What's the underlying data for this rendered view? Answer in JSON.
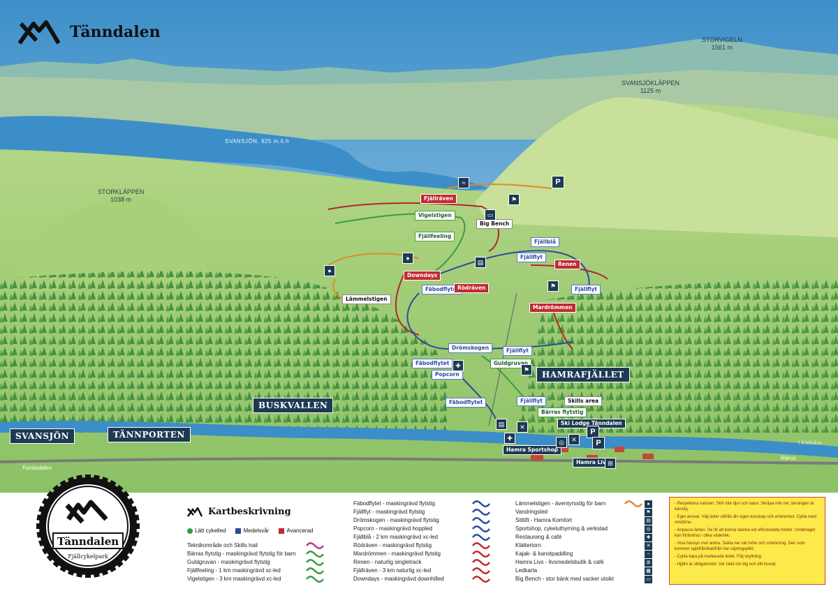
{
  "brand": {
    "title": "Tänndalen"
  },
  "peaks": [
    {
      "id": "storvigeln",
      "name": "STORVIGELN",
      "elev": "1561 m"
    },
    {
      "id": "svansjoklappen",
      "name": "SVANSJÖKLÄPPEN",
      "elev": "1125 m"
    },
    {
      "id": "storklappen",
      "name": "STORKLÄPPEN",
      "elev": "1038 m"
    }
  ],
  "lake": "SVANSJÖN, 925 m.ö.h",
  "areas": [
    "HAMRAFJÄLLET",
    "BUSKVALLEN",
    "SVANSJÖN",
    "TÄNNPORTEN"
  ],
  "roads": {
    "left": "Funäsdalen",
    "right": "Røros"
  },
  "river": "TÄNNÄN",
  "trail_labels": [
    {
      "text": "Fjällräven",
      "color": "red"
    },
    {
      "text": "Vigelstigen",
      "color": "green"
    },
    {
      "text": "Big Bench",
      "color": "dark"
    },
    {
      "text": "Fjällfeeling",
      "color": "green"
    },
    {
      "text": "Fjällblå",
      "color": "blue"
    },
    {
      "text": "Fjällflyt",
      "color": "blue"
    },
    {
      "text": "Renen",
      "color": "red"
    },
    {
      "text": "Downdays",
      "color": "red"
    },
    {
      "text": "Fäbodflytet",
      "color": "blue"
    },
    {
      "text": "Rödräven",
      "color": "red"
    },
    {
      "text": "Fjällflyt",
      "color": "blue"
    },
    {
      "text": "Lämmelstigen",
      "color": "dark"
    },
    {
      "text": "Mardrömmen",
      "color": "red"
    },
    {
      "text": "Drömskogen",
      "color": "blue"
    },
    {
      "text": "Fjällflyt",
      "color": "blue"
    },
    {
      "text": "Fäbodflytet",
      "color": "blue"
    },
    {
      "text": "Guldgruvan",
      "color": "green"
    },
    {
      "text": "Popcorn",
      "color": "blue"
    },
    {
      "text": "Fäbodflytet",
      "color": "blue"
    },
    {
      "text": "Fjällflyt",
      "color": "blue"
    },
    {
      "text": "Skills area",
      "color": "dark"
    },
    {
      "text": "Bärras flytstig",
      "color": "green"
    },
    {
      "text": "Ski Lodge Tänndalen",
      "color": "navy"
    },
    {
      "text": "Hamra Sportshop",
      "color": "navy"
    },
    {
      "text": "Hamra Livs",
      "color": "navy"
    }
  ],
  "icons": {
    "parking": "P",
    "lift": "lift-icon",
    "hiker": "hiker-icon",
    "bear": "paw-icon",
    "swim": "swim-icon",
    "shop": "cart-icon",
    "tools": "tools-icon"
  },
  "badge": {
    "title": "Tänndalen",
    "subtitle": "Fjällcykelpark"
  },
  "legend": {
    "title": "Kartbeskrivning",
    "difficulty": [
      {
        "label": "Lätt cykelled",
        "color": "#3b9a44",
        "shape": "circle"
      },
      {
        "label": "Medelsvår",
        "color": "#2b4c9a",
        "shape": "square"
      },
      {
        "label": "Avancerad",
        "color": "#c02a32",
        "shape": "square"
      }
    ],
    "col1": [
      {
        "label": "Teknikområde och Skills trail",
        "color": "#c2338f"
      },
      {
        "label": "Bärras flytstig - maskingrävd flytstig för barn",
        "color": "#3b9a44"
      },
      {
        "label": "Guldgruvan - maskingrävd flytstig",
        "color": "#3b9a44"
      },
      {
        "label": "Fjällfeeling - 1 km maskingrävd xc-led",
        "color": "#3b9a44"
      },
      {
        "label": "Vigelstigen - 3 km maskingrävd xc-led",
        "color": "#3b9a44"
      }
    ],
    "col2": [
      {
        "label": "Fäbodflytet - maskingrävd flytstig",
        "color": "#2b4c9a"
      },
      {
        "label": "Fjällflyt - maskingrävd flytstig",
        "color": "#2b4c9a"
      },
      {
        "label": "Drömskogen - maskingrävd flytstig",
        "color": "#2b4c9a"
      },
      {
        "label": "Popcorn - maskingrävd hoppled",
        "color": "#2b4c9a"
      },
      {
        "label": "Fjällblå - 2 km maskingrävd xc-led",
        "color": "#2b4c9a"
      },
      {
        "label": "Rödräven - maskingrävd flytstig",
        "color": "#c02a32"
      },
      {
        "label": "Mardrömmen - maskingrävd flytstig",
        "color": "#c02a32"
      },
      {
        "label": "Renen - naturlig singletrack",
        "color": "#c02a32"
      },
      {
        "label": "Fjällräven - 3 km naturlig xc-led",
        "color": "#c02a32"
      },
      {
        "label": "Downdays - maskingrävd downhilled",
        "color": "#c02a32"
      }
    ],
    "col3": [
      {
        "label": "Lämmelstigen - äventyrsstig för barn",
        "color": "#e0892a",
        "icon": "paw-icon"
      },
      {
        "label": "Vandringsled",
        "icon": "hiker-icon"
      },
      {
        "label": "Sittlift - Hamra Komfort",
        "icon": "lift-icon"
      },
      {
        "label": "Sportshop, cykeluthyrning & verkstad",
        "icon": "bike-icon"
      },
      {
        "label": "Restaurang & café",
        "icon": "cutlery-icon"
      },
      {
        "label": "Klättertorn",
        "icon": "climbing-icon"
      },
      {
        "label": "Kajak- & kanotpaddling",
        "icon": "kayak-icon"
      },
      {
        "label": "Hamra Livs - livsmedelsbutik & café",
        "icon": "cart-icon"
      },
      {
        "label": "Ledkarta",
        "icon": "map-icon"
      },
      {
        "label": "Big Bench - stor bänk med vacker utsikt",
        "icon": "bench-icon"
      }
    ],
    "rules": [
      "- Respektera naturen. Stör inte djur och natur. Skräpa inte ner, terrängen är känslig.",
      "- Eget ansvar. Välj leder utifrån din egen kunskap och erfarenhet. Cykla med omdöme.",
      "- Anpassa farten. Se till att kunna stanna vid oförutsedda hinder. Underlaget kan förändras i olika väderlek.",
      "- Visa hänsyn mot andra. Sakta ner vid möte och omkörning. Den som kommer uppifrån/bakifrån har väjningsplikt.",
      "- Cykla bara på markerade leder. Följ skyltning.",
      "- Hjälm är obligatoriskt. Var rädd om dig och ditt huvud."
    ]
  }
}
